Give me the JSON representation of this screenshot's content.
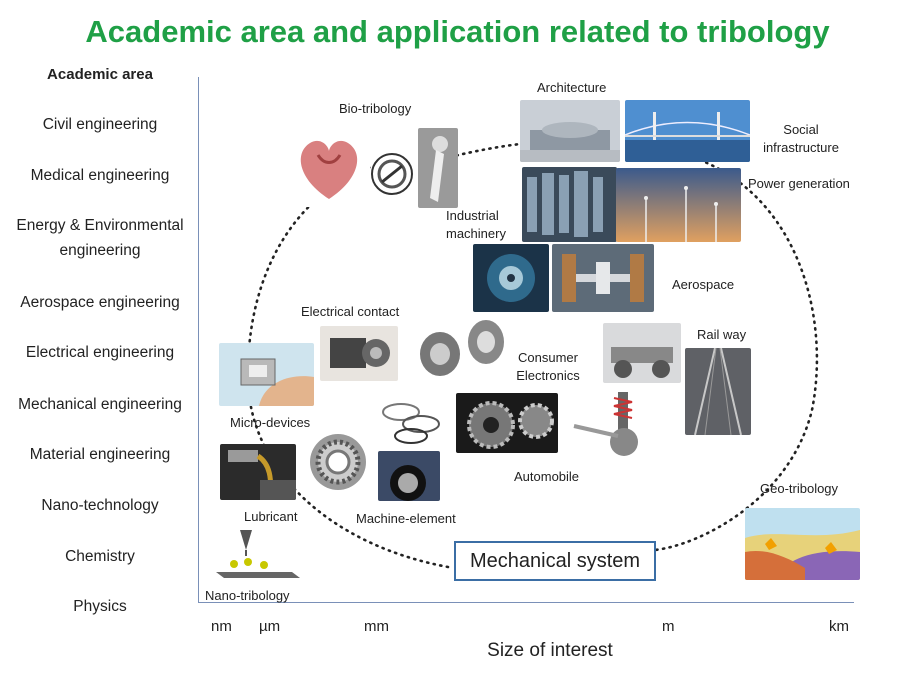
{
  "title": "Academic area and application related to tribology",
  "academic": {
    "heading": "Academic area",
    "items": [
      "Civil engineering",
      "Medical engineering",
      "Energy & Environmental engineering",
      "Aerospace engineering",
      "Electrical engineering",
      "Mechanical engineering",
      "Material engineering",
      "Nano-technology",
      "Chemistry",
      "Physics"
    ]
  },
  "axis": {
    "xlabel": "Size of interest",
    "ticks": [
      "nm",
      "µm",
      "mm",
      "m",
      "km"
    ]
  },
  "applications": {
    "architecture": "Architecture",
    "social": "Social infrastructure",
    "power": "Power generation",
    "bio": "Bio-tribology",
    "industrial": "Industrial machinery",
    "aerospace": "Aerospace",
    "electrical": "Electrical contact",
    "railway": "Rail way",
    "consumer": "Consumer Electronics",
    "micro": "Micro-devices",
    "automobile": "Automobile",
    "geo": "Geo-tribology",
    "lubricant": "Lubricant",
    "machine": "Machine-element",
    "nano": "Nano-tribology"
  },
  "center_box": "Mechanical system",
  "colors": {
    "title": "#1fa046",
    "axis": "#7a90b8",
    "box_border": "#3b6ea5"
  }
}
